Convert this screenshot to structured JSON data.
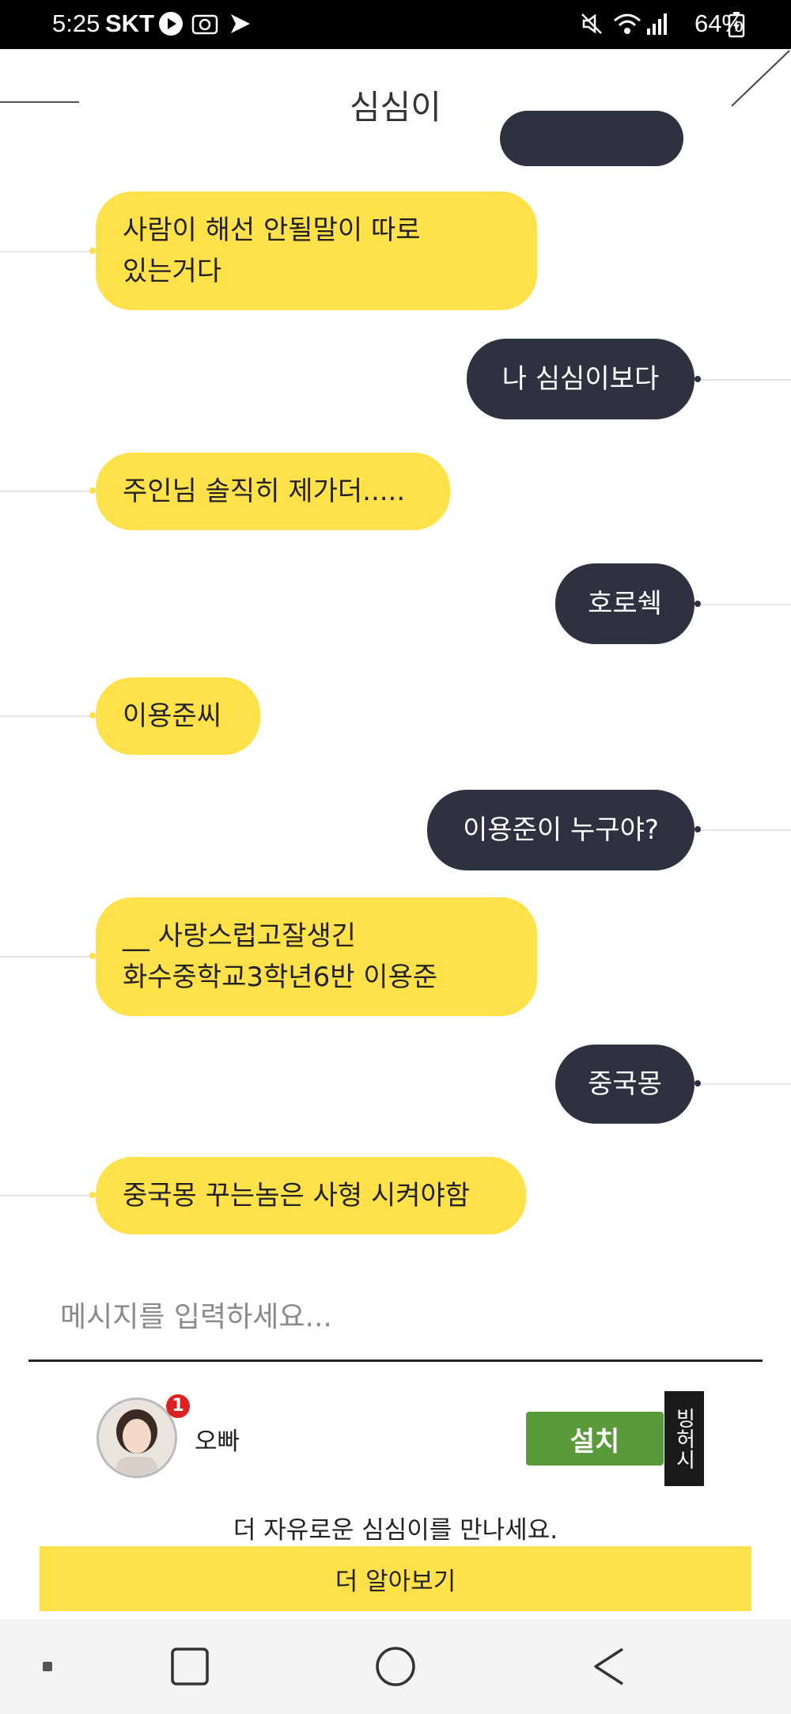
{
  "status_bar": {
    "time": "5:25",
    "carrier": "SKT",
    "battery": "64%",
    "icons": [
      "play-icon",
      "screenshot-icon",
      "cast-icon",
      "mute-icon",
      "wifi-icon",
      "signal-icon",
      "battery-icon"
    ]
  },
  "header": {
    "title": "심심이"
  },
  "messages": [
    {
      "sender": "user",
      "text": ""
    },
    {
      "sender": "bot",
      "text": "사람이 해선 안될말이 따로\n있는거다"
    },
    {
      "sender": "user",
      "text": "나 심심이보다"
    },
    {
      "sender": "bot",
      "text": "주인님 솔직히 제가더....."
    },
    {
      "sender": "user",
      "text": "호로쉑"
    },
    {
      "sender": "bot",
      "text": "이용준씨"
    },
    {
      "sender": "user",
      "text": "이용준이 누구야?"
    },
    {
      "sender": "bot",
      "text": "__ 사랑스럽고잘생긴\n화수중학교3학년6반 이용준"
    },
    {
      "sender": "user",
      "text": "중국몽"
    },
    {
      "sender": "bot",
      "text": "중국몽 꾸는놈은 사형 시켜야함"
    }
  ],
  "input": {
    "placeholder": "메시지를 입력하세요..."
  },
  "ad": {
    "badge_count": "1",
    "name": "오빠",
    "install_label": "설치",
    "logo_text": "빙허시"
  },
  "promo": {
    "text": "더 자유로운 심심이를 만나세요.",
    "button_label": "더 알아보기"
  },
  "colors": {
    "bot_bubble": "#ffe14a",
    "user_bubble": "#2e3140",
    "install_button": "#5a9a3a"
  }
}
